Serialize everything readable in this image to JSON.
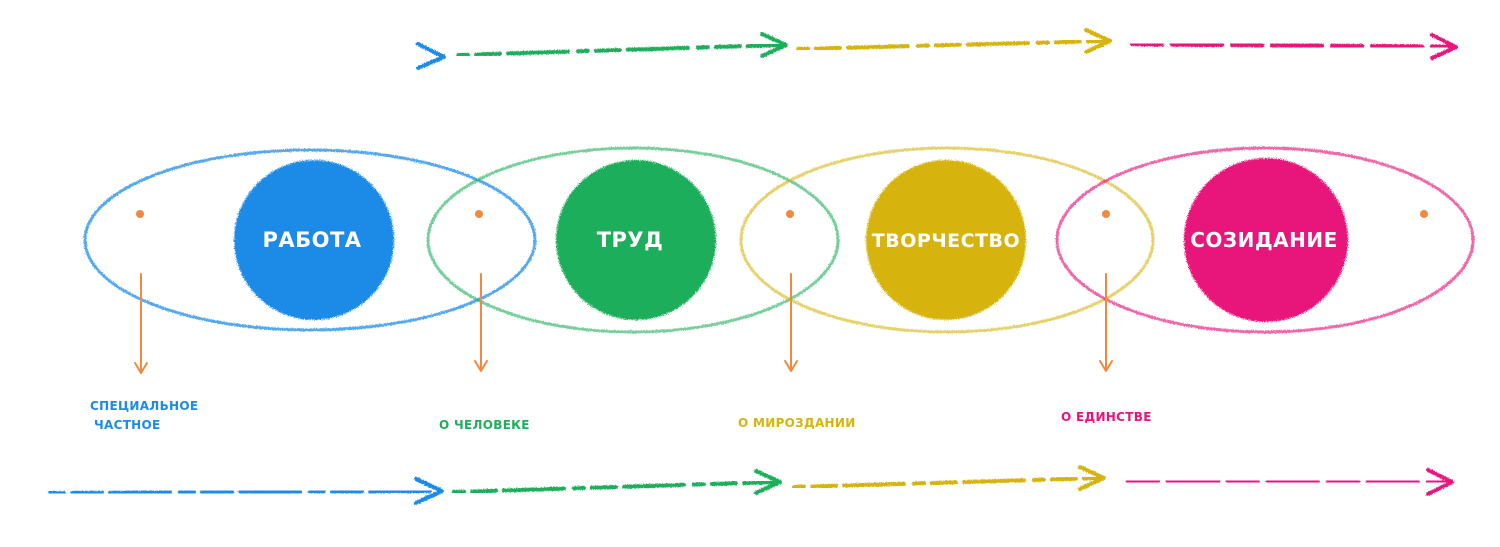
{
  "colors": {
    "blue": "#1a8be8",
    "green": "#1fae5a",
    "yellow": "#d6b40c",
    "pink": "#e8147a",
    "orange": "#f08a40"
  },
  "stages": [
    {
      "label": "РАБОТА",
      "color": "#1a8be8"
    },
    {
      "label": "ТРУД",
      "color": "#1fae5a"
    },
    {
      "label": "ТВОРЧЕСТВО",
      "color": "#d6b40c"
    },
    {
      "label": "СОЗИДАНИЕ",
      "color": "#e8147a"
    }
  ],
  "notes": [
    {
      "line1": "СПЕЦИАЛЬНОЕ",
      "line2": "ЧАСТНОЕ",
      "color": "#1a8be8"
    },
    {
      "line1": "О ЧЕЛОВЕКЕ",
      "line2": "",
      "color": "#1fae5a"
    },
    {
      "line1": "О МИРОЗДАНИИ",
      "line2": "",
      "color": "#d6b40c"
    },
    {
      "line1": "О ЕДИНСТВЕ",
      "line2": "",
      "color": "#e8147a"
    }
  ],
  "arrow_segments": [
    "#1a8be8",
    "#1fae5a",
    "#d6b40c",
    "#e8147a"
  ]
}
